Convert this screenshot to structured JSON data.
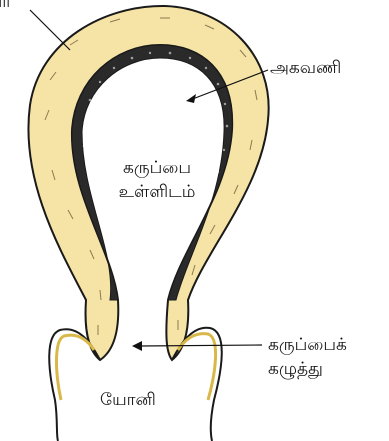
{
  "labels": {
    "wall": "வர்",
    "endometrium": "அகவணி",
    "cavity_line1": "கருப்பை",
    "cavity_line2": "உள்ளிடம்",
    "cervix_line1": "கருப்பைக்",
    "cervix_line2": "கழுத்து",
    "vagina": "யோனி"
  },
  "colors": {
    "uterine_wall": "#f6e4a6",
    "endometrium": "#2a2a2a",
    "outline": "#1a1a1a",
    "cavity": "#ffffff"
  }
}
